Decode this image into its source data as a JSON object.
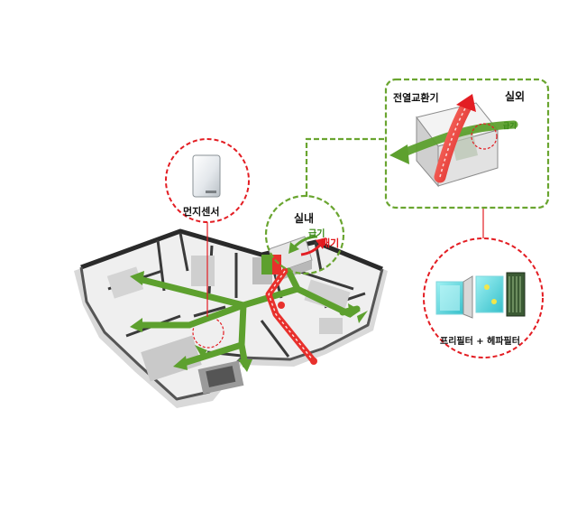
{
  "labels": {
    "dust_sensor": "먼지센서",
    "indoor": "실내",
    "supply_indoor": "급기",
    "exhaust": "배기",
    "erv": "전열교환기",
    "outdoor": "실외",
    "supply_outdoor": "급기",
    "filter": "프리필터 + 헤파필터"
  },
  "colors": {
    "green_arrow": "#5da02e",
    "green_dash": "#6aa530",
    "red_dash": "#e31d23",
    "red_duct": "#e8302c",
    "wall": "#2a2a2a"
  }
}
